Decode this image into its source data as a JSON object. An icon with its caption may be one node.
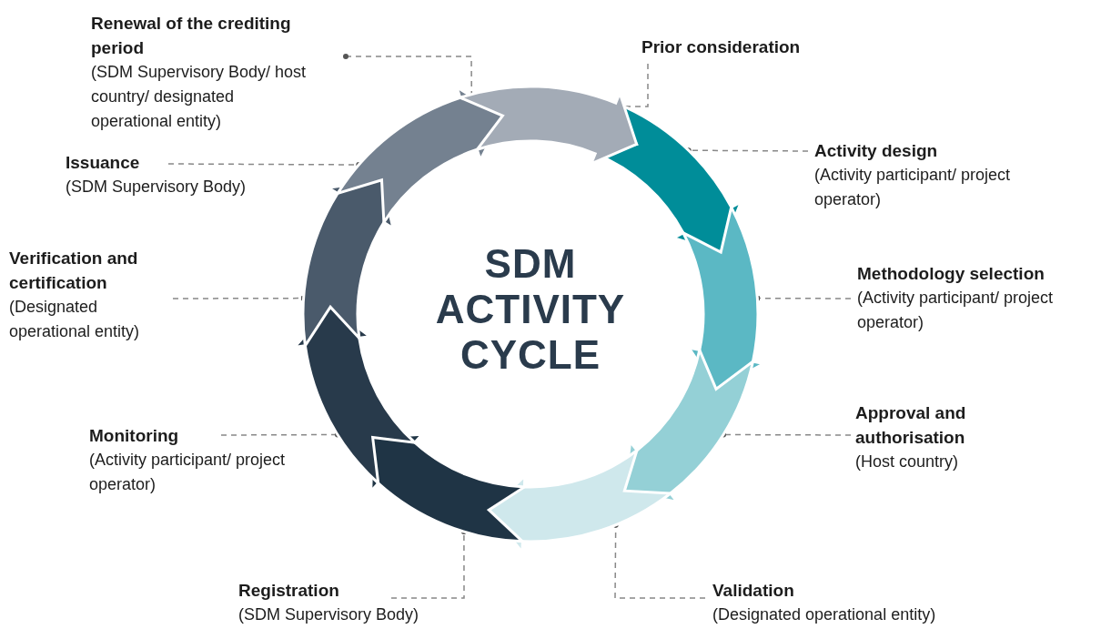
{
  "diagram": {
    "nodes": [
      {
        "text": [
          "Prior consideration"
        ]
      },
      {
        "text": [
          "Activity design",
          "(Activity participant/ project operator)"
        ]
      },
      {
        "text": [
          "Methodology selection",
          "(Activity participant/ project operator)"
        ]
      },
      {
        "text": [
          "Approval and authorisation",
          "(Host country)"
        ]
      },
      {
        "text": [
          "Validation",
          "(Designated operational entity)"
        ]
      },
      {
        "text": [
          "Registration",
          "(SDM Supervisory Body)"
        ]
      },
      {
        "text": [
          "Monitoring",
          "(Activity participant/ project operator)"
        ]
      },
      {
        "text": [
          "Verification and certification",
          "(Designated operational entity)"
        ]
      },
      {
        "text": [
          "Issuance",
          "(SDM Supervisory Body)"
        ]
      },
      {
        "text": [
          "Renewal of the crediting period",
          "(SDM Supervisory Body/ host country/ designated operational entity)"
        ]
      },
      {
        "text": [
          "SDM ACTIVITY CYCLE"
        ]
      }
    ],
    "edges": [
      {
        "from": 0,
        "to": 10,
        "arrow": "other",
        "style": "dashed"
      },
      {
        "from": 1,
        "to": 10,
        "arrow": "other",
        "style": "dashed"
      },
      {
        "from": 2,
        "to": 10,
        "arrow": "other",
        "style": "dashed"
      },
      {
        "from": 3,
        "to": 10,
        "arrow": "other",
        "style": "dashed"
      },
      {
        "from": 4,
        "to": 10,
        "arrow": "other",
        "style": "dashed"
      },
      {
        "from": 5,
        "to": 10,
        "arrow": "other",
        "style": "dashed"
      },
      {
        "from": 6,
        "to": 10,
        "arrow": "other",
        "style": "dashed"
      },
      {
        "from": 7,
        "to": 10,
        "arrow": "other",
        "style": "dashed"
      },
      {
        "from": 8,
        "to": 10,
        "arrow": "other",
        "style": "dashed"
      },
      {
        "from": 9,
        "to": 10,
        "arrow": "other",
        "style": "dashed"
      }
    ]
  }
}
